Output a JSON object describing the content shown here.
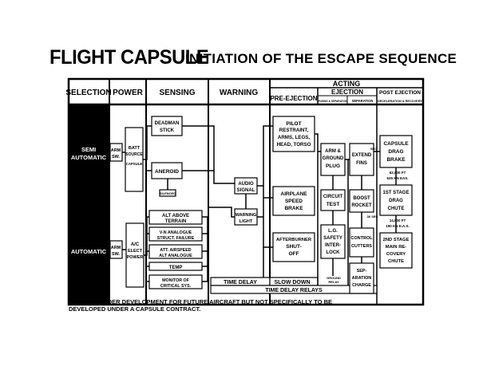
{
  "title": {
    "main": "FLIGHT CAPSULE",
    "sub": "INITIATION OF THE ESCAPE SEQUENCE"
  },
  "columns": {
    "selection": "SELECTION",
    "power": "POWER",
    "sensing": "SENSING",
    "warning": "WARNING",
    "acting": "ACTING",
    "pre_ejection": "PRE-EJECTION",
    "ejection": "EJECTION",
    "fusing_separation": "FUSING & SEPARATION",
    "separation": "SEPARATION",
    "post_ejection": "POST EJECTION",
    "deceleration_recovery": "DECELERATION & RECOVERY"
  },
  "selection": {
    "semi_automatic": [
      "SEMI",
      "AUTOMATIC"
    ],
    "automatic": "AUTOMATIC"
  },
  "power": {
    "arm_sw_semi": [
      "ARM",
      "SW."
    ],
    "batt_source": [
      "BATT",
      "SOURCE",
      "CAPSULE"
    ],
    "arm_sw_auto": [
      "ARM",
      "SW."
    ],
    "ac_power": [
      "A/C",
      "ELECT",
      "POWER"
    ]
  },
  "sensing": {
    "deadman": [
      "DEADMAN",
      "STICK"
    ],
    "aneroid": "ANEROID",
    "silenced": "SILENCED",
    "auto_items": [
      [
        "ALT ABOVE",
        "TERRAIN"
      ],
      [
        "V-N ANALOGUE",
        "STRUCT. FAILURE"
      ],
      [
        "ATT. AIRSPEED",
        "ALT ANALOGUE"
      ],
      [
        "TEMP"
      ],
      [
        "MONITOR OF",
        "CRITICAL SYS."
      ]
    ]
  },
  "warning": {
    "audio": [
      "AUDIO",
      "SIGNAL"
    ],
    "light": [
      "WARNING",
      "LIGHT"
    ],
    "time_delay": "TIME DELAY"
  },
  "pre_ejection": {
    "pilot_restraint": [
      "PILOT",
      "RESTRAINT,",
      "ARMS, LEGS,",
      "HEAD, TORSO"
    ],
    "speed_brake": [
      "AIRPLANE",
      "SPEED",
      "BRAKE"
    ],
    "afterburner": [
      "AFTERBURNER",
      "SHUT-",
      "OFF"
    ],
    "slow_down": "SLOW DOWN"
  },
  "ejection": {
    "arm_ground_plug": [
      "ARM &",
      "GROUND",
      "PLUG"
    ],
    "circuit_test": [
      "CIRCUIT",
      "TEST"
    ],
    "safety_interlock": [
      "L.G.",
      "SAFETY",
      "INTER-",
      "LOCK"
    ],
    "ground_relay": [
      "GROUND",
      "RELAY"
    ],
    "extend_fins": [
      "EXTEND",
      "FINS"
    ],
    "boost_rocket": [
      "BOOST",
      "ROCKET"
    ],
    "control_cutters": [
      "CONTROL",
      "CUTTERS"
    ],
    "separation_charge": [
      "SEP-",
      "ARATION",
      "CHARGE"
    ],
    "sec": "SEC",
    "sec_small": ".36 SEC"
  },
  "time_delay_relays": "TIME  DELAY  RELAYS",
  "post_ejection": {
    "capsule_drag_brake": [
      "CAPSULE",
      "DRAG",
      "BRAKE"
    ],
    "alt_1": [
      "62,000 FT",
      "625 KN EAS."
    ],
    "first_stage": [
      "1ST STAGE",
      "DRAG",
      "CHUTE"
    ],
    "alt_2": [
      "14,000 FT",
      "190 KN E.A.S."
    ],
    "second_stage": [
      "2ND STAGE",
      "MAIN RE-",
      "COVERY",
      "CHUTE"
    ]
  },
  "footnote": "SYSTEMS UNDER DEVELOPMENT FOR FUTURE AIRCRAFT BUT NOT SPECIFICALLY TO BE\nDEVELOPED UNDER A CAPSULE CONTRACT."
}
